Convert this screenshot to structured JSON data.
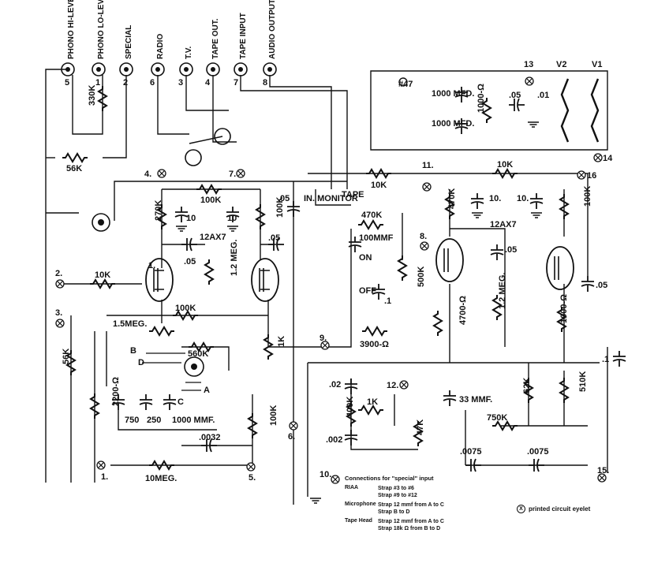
{
  "inputs": [
    {
      "label": "PHONO HI-LEVEL",
      "pin": "5"
    },
    {
      "label": "PHONO LO-LEVEL",
      "pin": "1"
    },
    {
      "label": "SPECIAL",
      "pin": "2"
    },
    {
      "label": "RADIO",
      "pin": "6"
    },
    {
      "label": "T.V.",
      "pin": "3"
    },
    {
      "label": "TAPE OUT.",
      "pin": "4"
    },
    {
      "label": "TAPE INPUT",
      "pin": "7"
    },
    {
      "label": "AUDIO OUTPUT",
      "pin": "8"
    }
  ],
  "tubes": {
    "left": "12AX7",
    "right": "12AX7"
  },
  "components": {
    "r330k": "330K",
    "r56k_top": "56K",
    "r270k": "270K",
    "r100k_a": "100K",
    "r100k_b": "100K",
    "c10_a": "10",
    "c10_b": "10",
    "c05_a": ".05",
    "c05_b": ".05",
    "c05_c": ".05",
    "r12meg_a": "1.2 MEG.",
    "r10k_a": "10K",
    "r56k_side": "56K",
    "r100k_fb": "100K",
    "r15meg": "1.5MEG.",
    "r2200": "2200-Ω",
    "c560k": "560K",
    "r1k_a": "1K",
    "r100k_c": "100K",
    "c750": "750",
    "c250": "250",
    "c1000mmf": "1000 MMF.",
    "c0032": ".0032",
    "r10meg": "10MEG.",
    "c1000mfd_a": "1000 MFD.",
    "c1000mfd_b": "1000 MFD.",
    "r1000_top": "1000-Ω",
    "c05_top": ".05",
    "c01_top": ".01",
    "r10k_b": "10K",
    "r10k_c": "10K",
    "c10_c": "10.",
    "c10_d": "10.",
    "r470k_a": "470K",
    "r100k_d": "100K",
    "r470k_b": "470K",
    "c100mmf": "100MMF",
    "r500k": "500K",
    "c01_mid": ".1",
    "r3900": "3900-Ω",
    "r4700": "4700-Ω",
    "r12meg_b": "1.2 MEG.",
    "c05_d": ".05",
    "r1000_b": "1000-Ω",
    "c05_e": ".05",
    "c1_right": ".1",
    "c02": ".02",
    "r400k": "400K",
    "c002": ".002",
    "r1k_b": "1K",
    "r47k": "47K",
    "c33mmf": "33 MMF.",
    "r62k": "62K",
    "r510k": "510K",
    "r750k": "750K",
    "c0075_a": ".0075",
    "c0075_b": ".0075"
  },
  "switch_labels": {
    "in_monitor": "IN. MONITOR",
    "tape": "TAPE",
    "on": "ON",
    "off": "OFF",
    "lamp": "#47",
    "sel_b": "B",
    "sel_d": "D",
    "sel_a": "A",
    "sel_c": "C",
    "v2": "V2",
    "v1": "V1"
  },
  "terminals": [
    "1.",
    "2.",
    "3.",
    "4.",
    "5.",
    "6.",
    "7.",
    "8.",
    "9.",
    "10.",
    "11.",
    "12.",
    "13",
    "14",
    "15.",
    "16"
  ],
  "notes": {
    "title": "Connections for \"special\" input",
    "rows": [
      {
        "name": "RIAA",
        "lines": [
          "Strap #3 to #6",
          "Strap #9 to #12"
        ]
      },
      {
        "name": "Microphone",
        "lines": [
          "Strap 12 mmf from A to C",
          "Strap B to D"
        ]
      },
      {
        "name": "Tape Head",
        "lines": [
          "Strap 12 mmf from A to C",
          "Strap 18k Ω from B to D"
        ]
      }
    ]
  },
  "legend": {
    "symbol": "X",
    "text": "printed circuit eyelet"
  }
}
